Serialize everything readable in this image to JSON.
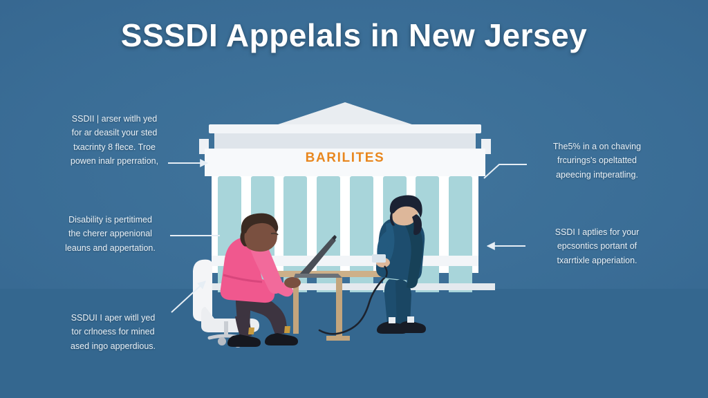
{
  "page": {
    "title": "SSSDI Appelals in New Jersey",
    "background_color": "#3a6d96",
    "accent_color": "#e8871f",
    "text_color": "#eaf2f8"
  },
  "building": {
    "sign_label": "BARILITES",
    "sign_color": "#e8871f",
    "facade_color": "#ffffff",
    "column_gap_color": "#a8d5da",
    "roof_color": "#e9edf1",
    "column_count": 8
  },
  "callouts": [
    {
      "id": "top-left",
      "side": "left",
      "lines": [
        "SSDII | arser witlh yed",
        "for ar deasilt your sted",
        "txacrinty 8 flece. Troe",
        "powen inalr pperration,"
      ]
    },
    {
      "id": "middle-left",
      "side": "left",
      "lines": [
        "Disability is pertitimed",
        "the cherer appenional",
        "leauns and appertation."
      ]
    },
    {
      "id": "bottom-left",
      "side": "left",
      "lines": [
        "SSDUI I aper witll yed",
        "tor crlnoess for mined",
        "ased ingo apperdious."
      ]
    },
    {
      "id": "top-right",
      "side": "right",
      "lines": [
        "The5% in a on chaving",
        "frcurings's opeltatted",
        "apeecing intperatling."
      ]
    },
    {
      "id": "middle-right",
      "side": "right",
      "lines": [
        "SSDI I aptlies for your",
        "epcsontics portant of",
        "txarrtixle apperiation."
      ]
    }
  ],
  "figures": {
    "seated_person": {
      "name": "seated-woman-with-laptop",
      "top_color": "#f0588e",
      "trousers_color": "#3d3440",
      "skin_color": "#7a5040",
      "chair_color": "#f2f3f5",
      "desk_color": "#c9a97c",
      "laptop_color": "#4a4f57"
    },
    "standing_person": {
      "name": "standing-woman-with-phone",
      "suit_color": "#1d4d6e",
      "hair_color": "#1b2233",
      "skin_color": "#ddb79a",
      "shoe_color": "#171c26",
      "phone_color": "#d9e4ec"
    }
  },
  "connectors": [
    {
      "id": "connector-top-left",
      "style": "arrow-right",
      "color": "#e6eef5"
    },
    {
      "id": "connector-middle-left",
      "style": "line",
      "color": "#e6eef5"
    },
    {
      "id": "connector-bottom-left",
      "style": "arrow-diagonal",
      "color": "#e6eef5"
    },
    {
      "id": "connector-top-right",
      "style": "elbow-line",
      "color": "#e6eef5"
    },
    {
      "id": "connector-middle-right",
      "style": "arrow-left",
      "color": "#e6eef5"
    }
  ]
}
